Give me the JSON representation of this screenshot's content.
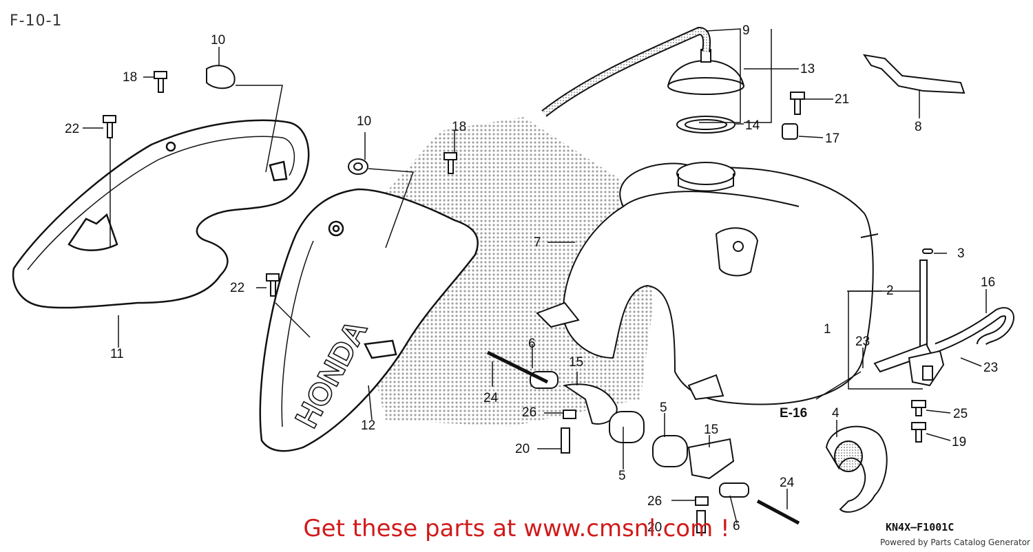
{
  "diagram": {
    "title": "F-10-1",
    "code": "KN4X—F1001C",
    "ref": "E-16",
    "tank_lettering": "HONDA"
  },
  "promo": {
    "text": "Get these parts at www.cmsnl.com !"
  },
  "footer": {
    "powered_by": "Powered by Parts Catalog Generator"
  },
  "callouts": [
    {
      "num": "9"
    },
    {
      "num": "13"
    },
    {
      "num": "14"
    },
    {
      "num": "21"
    },
    {
      "num": "17"
    },
    {
      "num": "8"
    },
    {
      "num": "10"
    },
    {
      "num": "18"
    },
    {
      "num": "22"
    },
    {
      "num": "11"
    },
    {
      "num": "10"
    },
    {
      "num": "18"
    },
    {
      "num": "7"
    },
    {
      "num": "22"
    },
    {
      "num": "12"
    },
    {
      "num": "6"
    },
    {
      "num": "24"
    },
    {
      "num": "15"
    },
    {
      "num": "26"
    },
    {
      "num": "20"
    },
    {
      "num": "5"
    },
    {
      "num": "5"
    },
    {
      "num": "15"
    },
    {
      "num": "26"
    },
    {
      "num": "20"
    },
    {
      "num": "6"
    },
    {
      "num": "24"
    },
    {
      "num": "3"
    },
    {
      "num": "2"
    },
    {
      "num": "16"
    },
    {
      "num": "1"
    },
    {
      "num": "23"
    },
    {
      "num": "23"
    },
    {
      "num": "25"
    },
    {
      "num": "19"
    },
    {
      "num": "4"
    }
  ]
}
